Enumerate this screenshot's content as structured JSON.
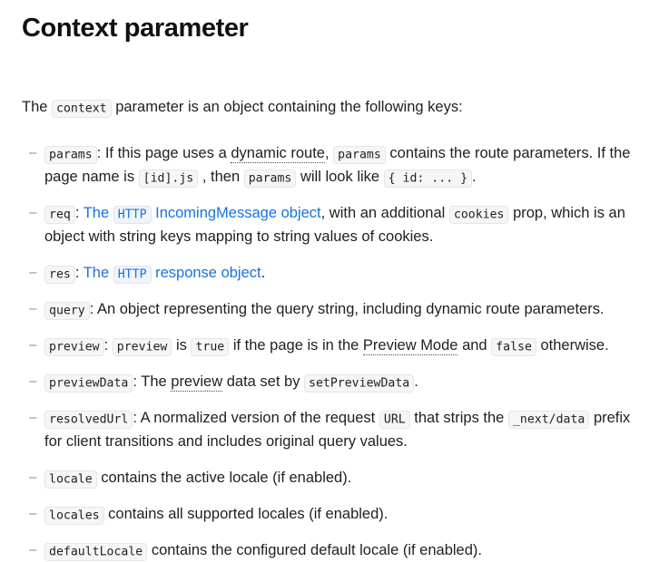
{
  "heading": "Context parameter",
  "intro": {
    "before": "The",
    "code": "context",
    "after": "parameter is an object containing the following keys:"
  },
  "colors": {
    "link_blue": "#1773e0",
    "text": "#1f1f1f",
    "code_bg": "#f6f6f6",
    "code_border": "#e6e6e6",
    "bullet": "#8a8a8a"
  },
  "items": {
    "params": {
      "key": "params",
      "colon": ":",
      "t1": "If this page uses a",
      "link": "dynamic route",
      "t2": ",",
      "code2": "params",
      "t3": "contains the route parameters. If the page name is",
      "code3": "[id].js",
      "t4": ", then",
      "code4": "params",
      "t5": "will look like",
      "code5": "{ id: ... }",
      "t6": "."
    },
    "req": {
      "key": "req",
      "colon": ":",
      "link_a": "The",
      "link_code": "HTTP",
      "link_b": "IncomingMessage object",
      "t1": ", with an additional",
      "code2": "cookies",
      "t2": "prop, which is an object with string keys mapping to string values of cookies."
    },
    "res": {
      "key": "res",
      "colon": ":",
      "link_a": "The",
      "link_code": "HTTP",
      "link_b": "response object",
      "t1": "."
    },
    "query": {
      "key": "query",
      "colon": ":",
      "t1": "An object representing the query string, including dynamic route parameters."
    },
    "preview": {
      "key": "preview",
      "colon": ":",
      "code2": "preview",
      "t1": "is",
      "code3": "true",
      "t2": "if the page is in the",
      "link": "Preview Mode",
      "t3": "and",
      "code4": "false",
      "t4": "otherwise."
    },
    "previewData": {
      "key": "previewData",
      "colon": ":",
      "t1": "The",
      "link": "preview",
      "t2": "data set by",
      "code2": "setPreviewData",
      "t3": "."
    },
    "resolvedUrl": {
      "key": "resolvedUrl",
      "colon": ":",
      "t1": "A normalized version of the request",
      "code2": "URL",
      "t2": "that strips the",
      "code3": "_next/data",
      "t3": "prefix for client transitions and includes original query values."
    },
    "locale": {
      "key": "locale",
      "t1": "contains the active locale (if enabled)."
    },
    "locales": {
      "key": "locales",
      "t1": "contains all supported locales (if enabled)."
    },
    "defaultLocale": {
      "key": "defaultLocale",
      "t1": "contains the configured default locale (if enabled)."
    }
  }
}
